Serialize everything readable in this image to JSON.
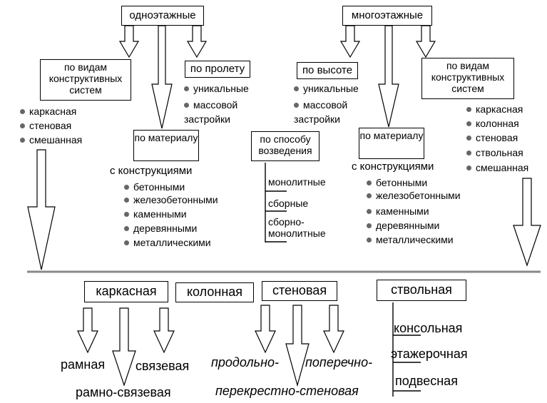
{
  "top": {
    "single": {
      "title": "одноэтажные",
      "by_system": {
        "label": "по видам конструктивных систем",
        "items": [
          "каркасная",
          "стеновая",
          "смешанная"
        ]
      },
      "by_span": {
        "label": "по пролету",
        "items": [
          "уникальные",
          "массовой застройки"
        ]
      },
      "by_material": {
        "label": "по материалу",
        "sub": "с конструкциями",
        "items": [
          "бетонными",
          "железобетонными",
          "каменными",
          "деревянными",
          "металлическими"
        ]
      }
    },
    "multi": {
      "title": "многоэтажные",
      "by_height": {
        "label": "по высоте",
        "items": [
          "уникальные",
          "массовой застройки"
        ]
      },
      "by_system": {
        "label": "по видам конструктивных систем",
        "items": [
          "каркасная",
          "колонная",
          "стеновая",
          "ствольная",
          "смешанная"
        ]
      },
      "by_material": {
        "label": "по материалу",
        "sub": "с конструкциями",
        "items": [
          "бетонными",
          "железобетонными",
          "каменными",
          "деревянными",
          "металлическими"
        ]
      }
    },
    "by_method": {
      "label": "по способу возведения",
      "items": [
        "монолитные",
        "сборные",
        "сборно-монолитные"
      ]
    }
  },
  "bottom": {
    "frame": {
      "label": "каркасная",
      "subs": [
        "рамная",
        "связевая",
        "рамно-связевая"
      ]
    },
    "column": {
      "label": "колонная"
    },
    "wall": {
      "label": "стеновая",
      "subs": [
        "продольно-",
        "поперечно-",
        "перекрестно-стеновая"
      ]
    },
    "core": {
      "label": "ствольная",
      "subs": [
        "консольная",
        "этажерочная",
        "подвесная"
      ]
    }
  }
}
